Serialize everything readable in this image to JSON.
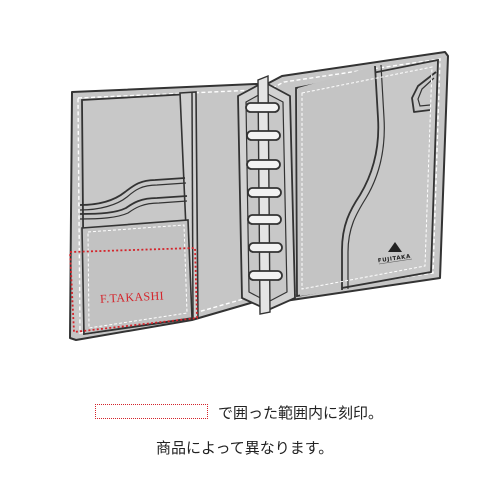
{
  "diagram": {
    "engraving_sample": "F.TAKASHI",
    "brand": "FUJITAKA",
    "colors": {
      "outline": "#333333",
      "panel_fill": "#c6c6c6",
      "pocket_fill": "#bdbdbd",
      "engrave_area": "#d4242b"
    }
  },
  "caption": {
    "line1": "で囲った範囲内に刻印。",
    "line2": "商品によって異なります。"
  }
}
